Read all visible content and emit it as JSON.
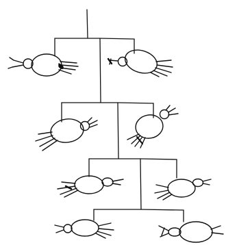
{
  "diagram": {
    "kind": "branching lineage sketch of tick-like specimens",
    "ink_color": "#111111",
    "background": "#ffffff",
    "levels": [
      {
        "level": 1,
        "specimens": [
          "specimen-left",
          "specimen-right"
        ]
      },
      {
        "level": 2,
        "specimens": [
          "specimen-left",
          "specimen-right"
        ]
      },
      {
        "level": 3,
        "specimens": [
          "specimen-left",
          "specimen-right"
        ]
      },
      {
        "level": 4,
        "specimens": [
          "specimen-left",
          "specimen-right"
        ]
      }
    ]
  }
}
